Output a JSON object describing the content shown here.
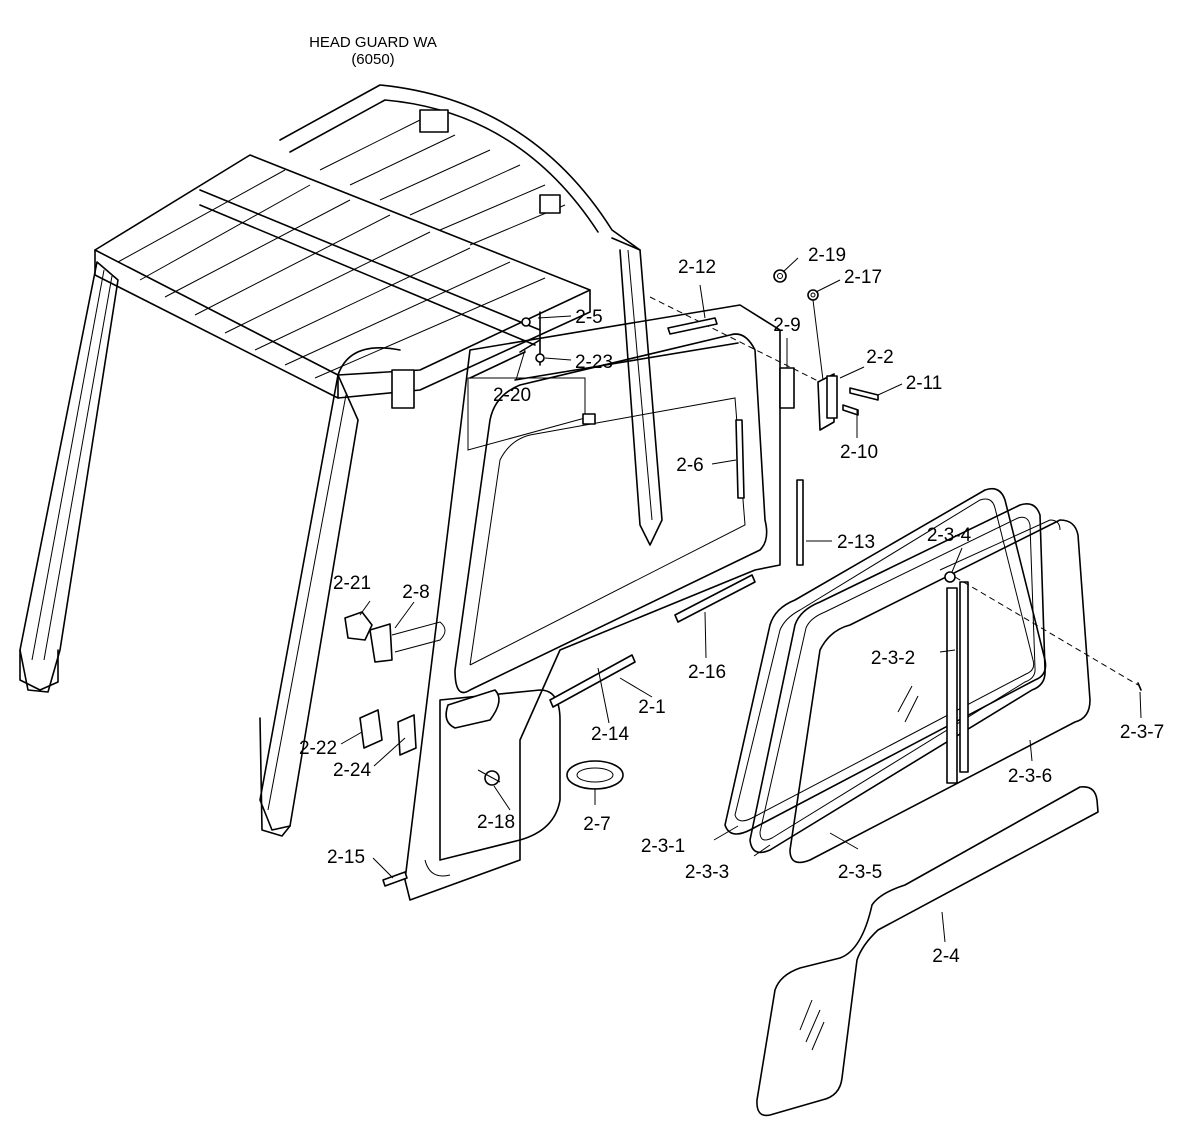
{
  "title": {
    "line1": "HEAD GUARD WA",
    "line2": "(6050)"
  },
  "labels": {
    "p2_1": "2-1",
    "p2_2": "2-2",
    "p2_3_1": "2-3-1",
    "p2_3_2": "2-3-2",
    "p2_3_3": "2-3-3",
    "p2_3_4": "2-3-4",
    "p2_3_5": "2-3-5",
    "p2_3_6": "2-3-6",
    "p2_3_7": "2-3-7",
    "p2_4": "2-4",
    "p2_5": "2-5",
    "p2_6": "2-6",
    "p2_7": "2-7",
    "p2_8": "2-8",
    "p2_9": "2-9",
    "p2_10": "2-10",
    "p2_11": "2-11",
    "p2_12": "2-12",
    "p2_13": "2-13",
    "p2_14": "2-14",
    "p2_15": "2-15",
    "p2_16": "2-16",
    "p2_17": "2-17",
    "p2_18": "2-18",
    "p2_19": "2-19",
    "p2_20": "2-20",
    "p2_21": "2-21",
    "p2_22": "2-22",
    "p2_23": "2-23",
    "p2_24": "2-24"
  }
}
